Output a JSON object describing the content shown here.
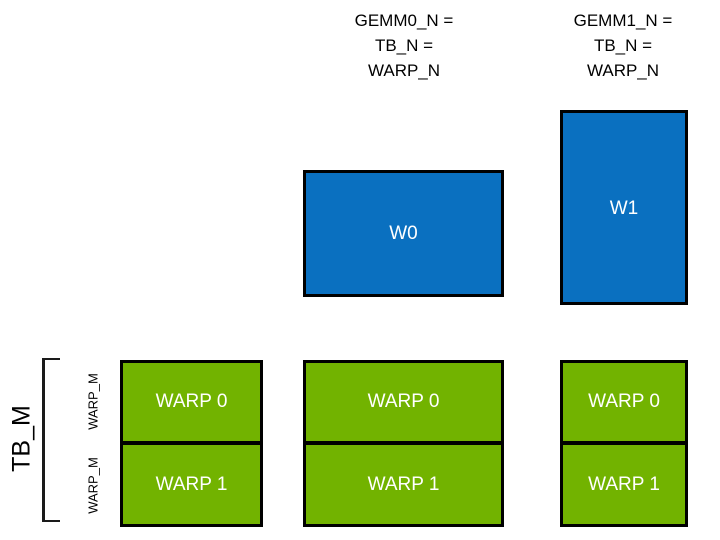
{
  "diagram": {
    "title_text": "",
    "background_color": "#ffffff",
    "colors": {
      "blue_fill": "#0a70c0",
      "green_fill": "#72b300",
      "outline": "#000000",
      "box_text": "#ffffff",
      "label_text": "#000000"
    }
  },
  "headers": [
    {
      "id": "gemm0",
      "text": "GEMM0_N =\nTB_N =\nWARP_N"
    },
    {
      "id": "gemm1",
      "text": "GEMM1_N =\nTB_N =\nWARP_N"
    }
  ],
  "blue_boxes": [
    {
      "id": "w0",
      "label": "W0"
    },
    {
      "id": "w1",
      "label": "W1"
    }
  ],
  "green_columns": [
    {
      "id": "col-0",
      "cells": [
        {
          "label": "WARP 0"
        },
        {
          "label": "WARP 1"
        }
      ]
    },
    {
      "id": "col-1",
      "cells": [
        {
          "label": "WARP 0"
        },
        {
          "label": "WARP 1"
        }
      ]
    },
    {
      "id": "col-2",
      "cells": [
        {
          "label": "WARP 0"
        },
        {
          "label": "WARP 1"
        }
      ]
    }
  ],
  "axis_labels": {
    "tb_m": "TB_M",
    "warp_m": [
      "WARP_M",
      "WARP_M"
    ]
  }
}
